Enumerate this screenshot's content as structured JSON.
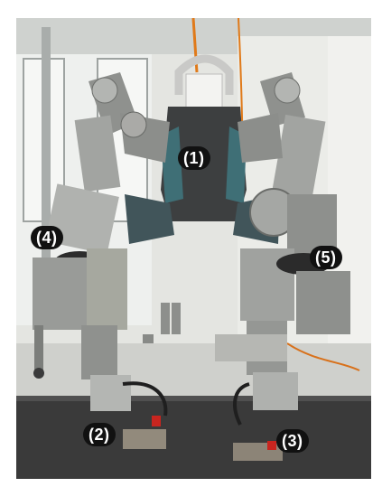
{
  "figure": {
    "callouts": [
      {
        "id": "callout-1",
        "text": "(1)"
      },
      {
        "id": "callout-2",
        "text": "(2)"
      },
      {
        "id": "callout-3",
        "text": "(3)"
      },
      {
        "id": "callout-4",
        "text": "(4)"
      },
      {
        "id": "callout-5",
        "text": "(5)"
      }
    ]
  },
  "colors": {
    "background_wall": "#e6e7e3",
    "floor_dark": "#3b3b3b",
    "robot_metal": "#9a9c98",
    "harness_teal": "#3f6f76",
    "label_bg": "#111111",
    "label_text": "#ffffff"
  }
}
